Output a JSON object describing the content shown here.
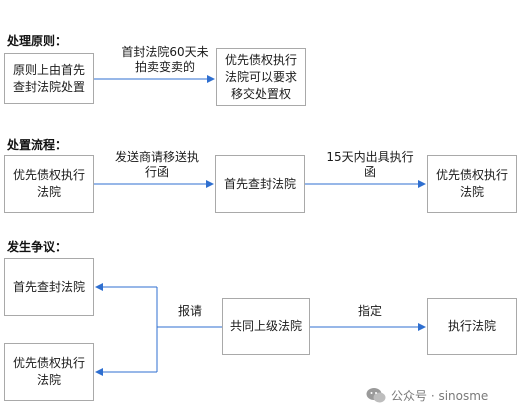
{
  "sections": {
    "principle": {
      "title": "处理原则：",
      "box_left": "原则上由首先\n查封法院处置",
      "box_right": "优先债权执行\n法院可以要求\n移交处置权",
      "edge_label": "首封法院60天未\n拍卖变卖的"
    },
    "process": {
      "title": "处置流程：",
      "box_1": "优先债权执行\n法院",
      "box_2": "首先查封法院",
      "box_3": "优先债权执行\n法院",
      "edge_1": "发送商请移送执\n行函",
      "edge_2": "15天内出具执行\n函"
    },
    "dispute": {
      "title": "发生争议：",
      "box_top_left": "首先查封法院",
      "box_bottom_left": "优先债权执行\n法院",
      "box_center": "共同上级法院",
      "box_right": "执行法院",
      "edge_report": "报请",
      "edge_designate": "指定"
    }
  },
  "watermark": {
    "icon": "wechat-icon",
    "text": "公众号 · sinosme"
  },
  "colors": {
    "arrow": "#2f6fd0",
    "box_border": "#a9a9a9"
  }
}
